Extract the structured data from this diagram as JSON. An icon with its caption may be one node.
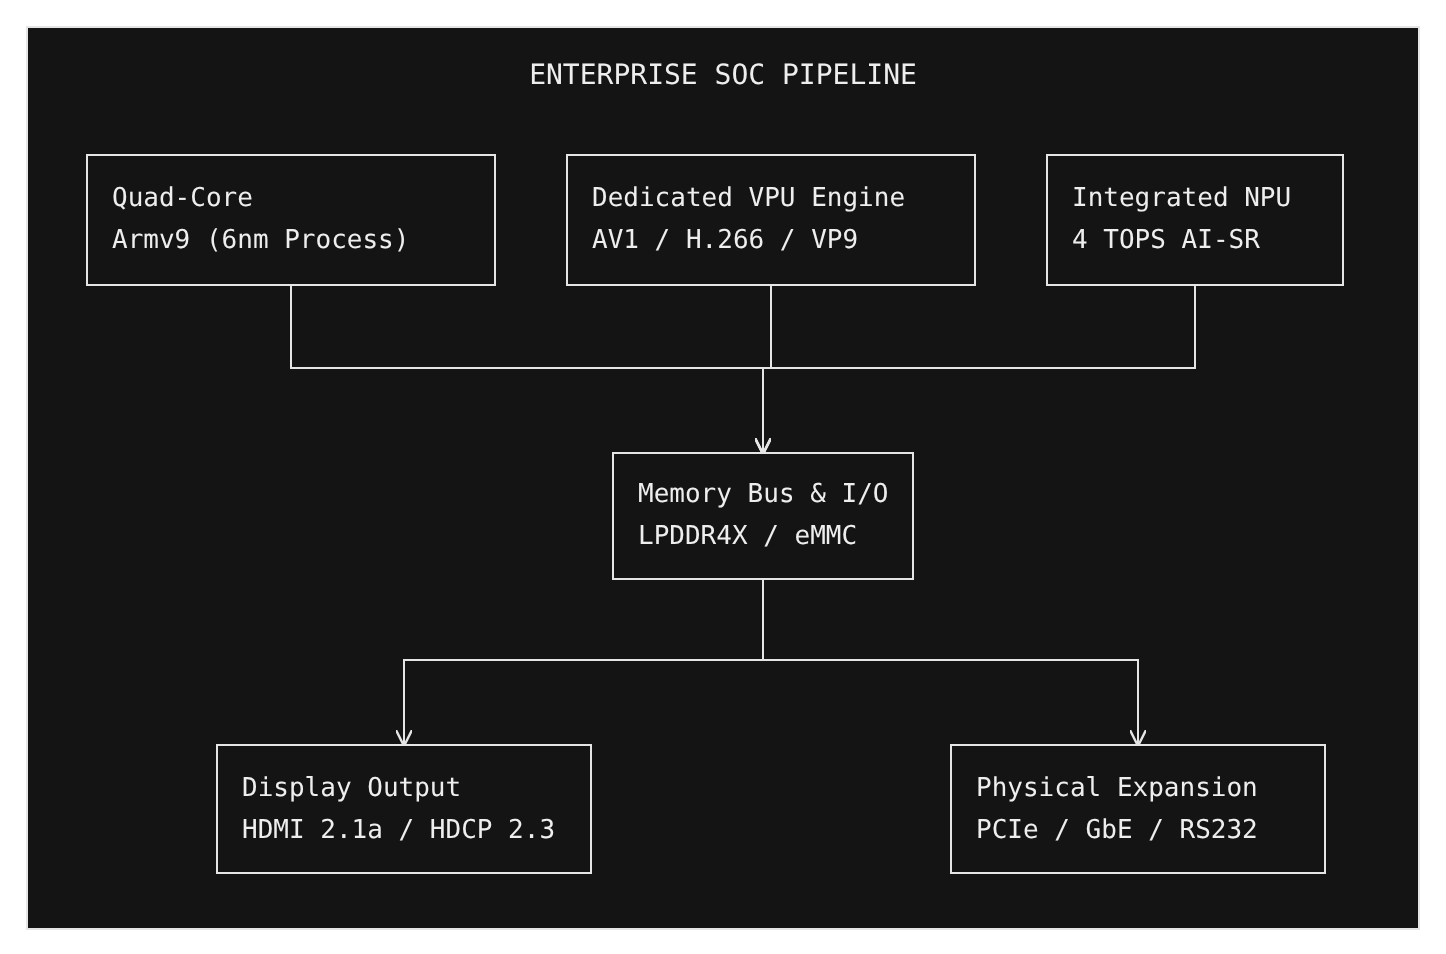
{
  "diagram": {
    "title": "ENTERPRISE SOC PIPELINE",
    "nodes": [
      {
        "text": [
          "Quad-Core",
          "Armv9 (6nm Process)"
        ]
      },
      {
        "text": [
          "Dedicated VPU Engine",
          "AV1 / H.266 / VP9"
        ]
      },
      {
        "text": [
          "Integrated NPU",
          "4 TOPS AI-SR"
        ]
      },
      {
        "text": [
          "Memory Bus & I/O",
          "LPDDR4X / eMMC"
        ]
      },
      {
        "text": [
          "Display Output",
          "HDMI 2.1a / HDCP 2.3"
        ]
      },
      {
        "text": [
          "Physical Expansion",
          "PCIe / GbE / RS232"
        ]
      }
    ],
    "edges": [
      {
        "from": 0,
        "to": 3,
        "arrow": "to"
      },
      {
        "from": 1,
        "to": 3,
        "arrow": "to"
      },
      {
        "from": 2,
        "to": 3,
        "arrow": "to"
      },
      {
        "from": 3,
        "to": 4,
        "arrow": "to"
      },
      {
        "from": 3,
        "to": 5,
        "arrow": "to"
      }
    ]
  }
}
